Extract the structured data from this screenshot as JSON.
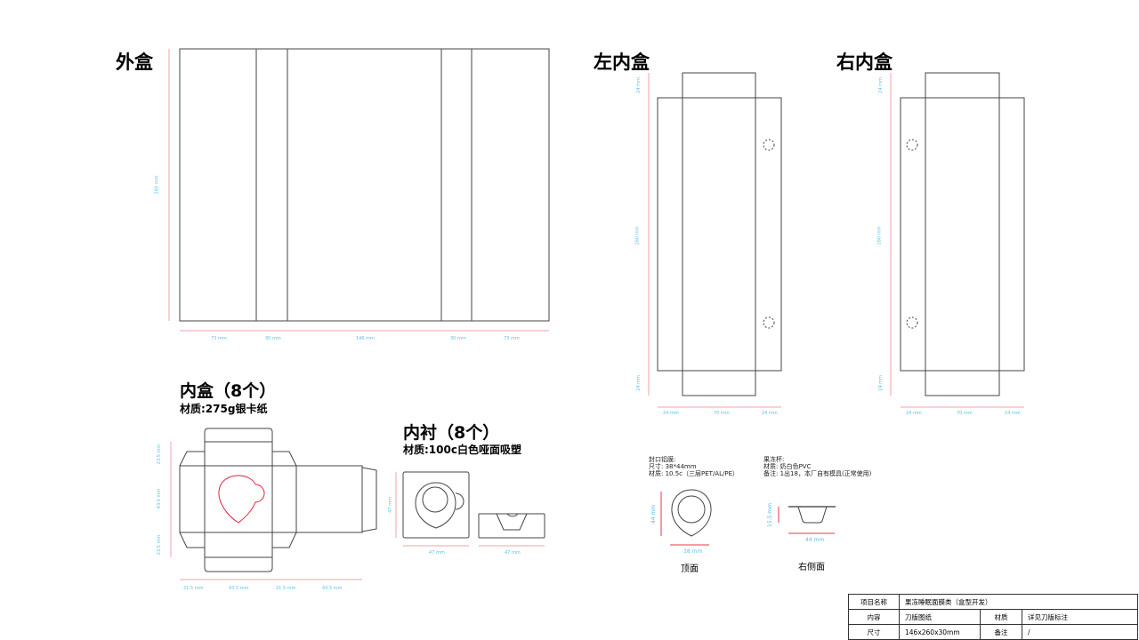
{
  "titles": {
    "outer_box": "外盒",
    "left_inner_box": "左内盒",
    "right_inner_box": "右内盒",
    "inner_box": "内盒（8个）",
    "inner_box_material": "材质:275g银卡纸",
    "liner": "内衬（8个）",
    "liner_material": "材质:100c白色哑面吸塑"
  },
  "outer_dims": {
    "height": "260 mm",
    "w1": "73 mm",
    "w2": "30 mm",
    "w3": "146 mm",
    "w4": "30 mm",
    "w5": "73 mm"
  },
  "left_dims": {
    "top": "24 mm",
    "height": "260 mm",
    "bottom": "24 mm",
    "w1": "24 mm",
    "w2": "70 mm",
    "w3": "24 mm"
  },
  "right_dims": {
    "top": "24 mm",
    "height": "260 mm",
    "bottom": "24 mm",
    "w1": "24 mm",
    "w2": "70 mm",
    "w3": "24 mm"
  },
  "inner_dims": {
    "h1": "23.5 mm",
    "h2": "43.5 mm",
    "h3": "23.5 mm",
    "w1": "21.5 mm",
    "w2": "43.5 mm",
    "w3": "21.5 mm",
    "w4": "43.5 mm"
  },
  "liner_dims": {
    "h": "47 mm",
    "w": "47 mm",
    "side_w": "47 mm"
  },
  "seal_spec": {
    "l1": "封口铝膜:",
    "l2": "尺寸: 38*44mm",
    "l3": "材质: 10.5c（三层PET/AL/PE）"
  },
  "cup_spec": {
    "l1": "果冻杯:",
    "l2": "材质: 奶白色PVC",
    "l3": "备注: 1出18，本厂自有模具(正常使用)"
  },
  "top_view": {
    "h": "44 mm",
    "w": "38 mm",
    "label": "顶面"
  },
  "side_view": {
    "h": "15.5 mm",
    "w": "44 mm",
    "label": "右侧面"
  },
  "table": {
    "project_label": "项目名称",
    "project_value": "果冻睡眠面膜类（盒型开发）",
    "content_label": "内容",
    "content_value": "刀版图纸",
    "material_label": "材质",
    "material_value": "详见刀版标注",
    "size_label": "尺寸",
    "size_value": "146x260x30mm",
    "note_label": "备注",
    "note_value": "/"
  },
  "colors": {
    "line": "#333333",
    "cut_red": "#e0203a",
    "dim_line": "#f5a0aa",
    "dim_text": "#5bc0eb"
  }
}
